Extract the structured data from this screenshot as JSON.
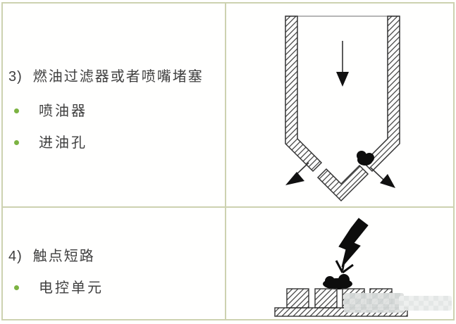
{
  "colors": {
    "olive": "#cdd2b0",
    "text": "#3f3f3f",
    "green": "#7cb342",
    "ink": "#333333"
  },
  "sections": [
    {
      "number": "3)",
      "title": "燃油过滤器或者喷嘴堵塞",
      "bullets": [
        "喷油器",
        "进油孔"
      ],
      "diagram": {
        "name": "clogged-injector-nozzle-diagram",
        "icons": [
          "hatched-nozzle-walls",
          "flow-down-arrow-icon",
          "clog-blob-icon",
          "spray-arrow-left-icon",
          "spray-arrow-right-icon"
        ]
      }
    },
    {
      "number": "4)",
      "title": "触点短路",
      "bullets": [
        "电控单元"
      ],
      "diagram": {
        "name": "short-circuit-board-diagram",
        "icons": [
          "lightning-bolt-icon",
          "solder-blob-icon",
          "circuit-board-blocks",
          "pixelated-watermark"
        ]
      }
    }
  ]
}
